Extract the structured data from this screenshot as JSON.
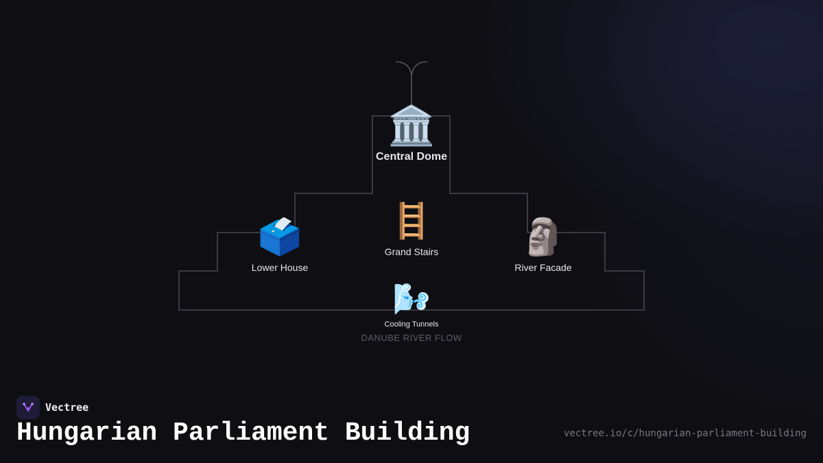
{
  "diagram": {
    "nodes": {
      "central_dome": {
        "label": "Central Dome",
        "icon": "🏛️",
        "icon_name": "classical-building-icon"
      },
      "lower_house": {
        "label": "Lower House",
        "icon": "🗳️",
        "icon_name": "ballot-box-icon"
      },
      "grand_stairs": {
        "label": "Grand Stairs",
        "icon": "🪜",
        "icon_name": "ladder-icon"
      },
      "river_facade": {
        "label": "River Facade",
        "icon": "🗿",
        "icon_name": "moai-icon"
      },
      "cooling_tunnels": {
        "label": "Cooling Tunnels",
        "icon": "🌬️",
        "icon_name": "wind-face-icon"
      }
    },
    "base_label": "DANUBE RIVER FLOW"
  },
  "brand": {
    "name": "Vectree",
    "logo_icon": "vectree-logo-icon"
  },
  "page": {
    "title": "Hungarian Parliament Building",
    "url": "vectree.io/c/hungarian-parliament-building"
  },
  "colors": {
    "background": "#0f0f13",
    "outline": "#3a3a40",
    "text": "#e6e6ec",
    "muted": "#5c5c66",
    "accent": "#9b5cf0"
  }
}
